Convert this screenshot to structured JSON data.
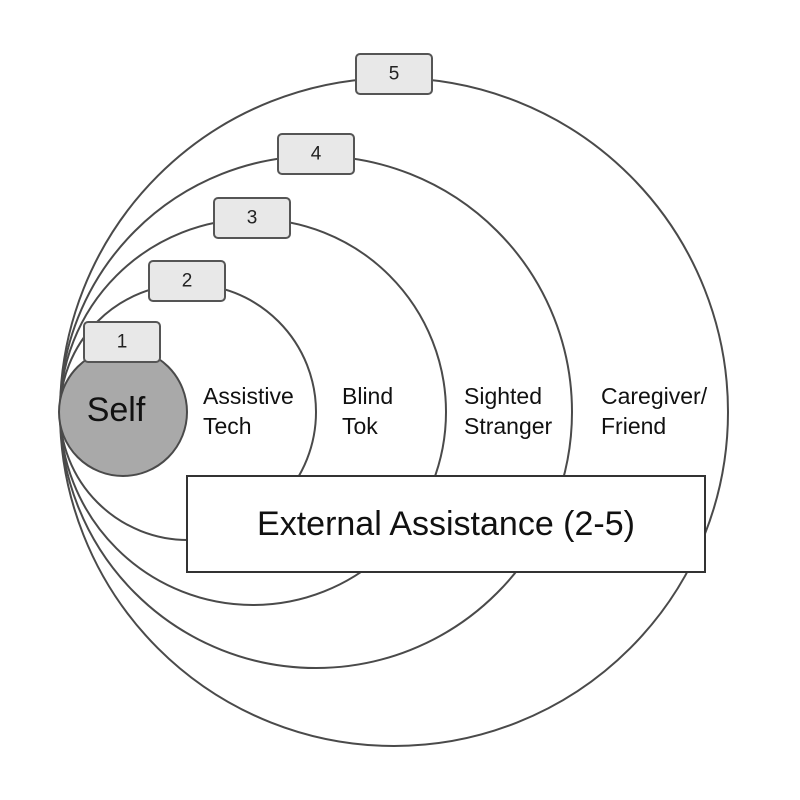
{
  "diagram": {
    "center_label": "Self",
    "levels": [
      {
        "number": "1",
        "label": []
      },
      {
        "number": "2",
        "label": [
          "Assistive",
          "Tech"
        ]
      },
      {
        "number": "3",
        "label": [
          "Blind",
          "Tok"
        ]
      },
      {
        "number": "4",
        "label": [
          "Sighted",
          "Stranger"
        ]
      },
      {
        "number": "5",
        "label": [
          "Caregiver/",
          "Friend"
        ]
      }
    ],
    "external_box_label": "External Assistance (2-5)",
    "colors": {
      "self_fill": "#a9a9a9",
      "badge_fill": "#e8e8e8",
      "ring_stroke": "#4a4a4a"
    }
  }
}
